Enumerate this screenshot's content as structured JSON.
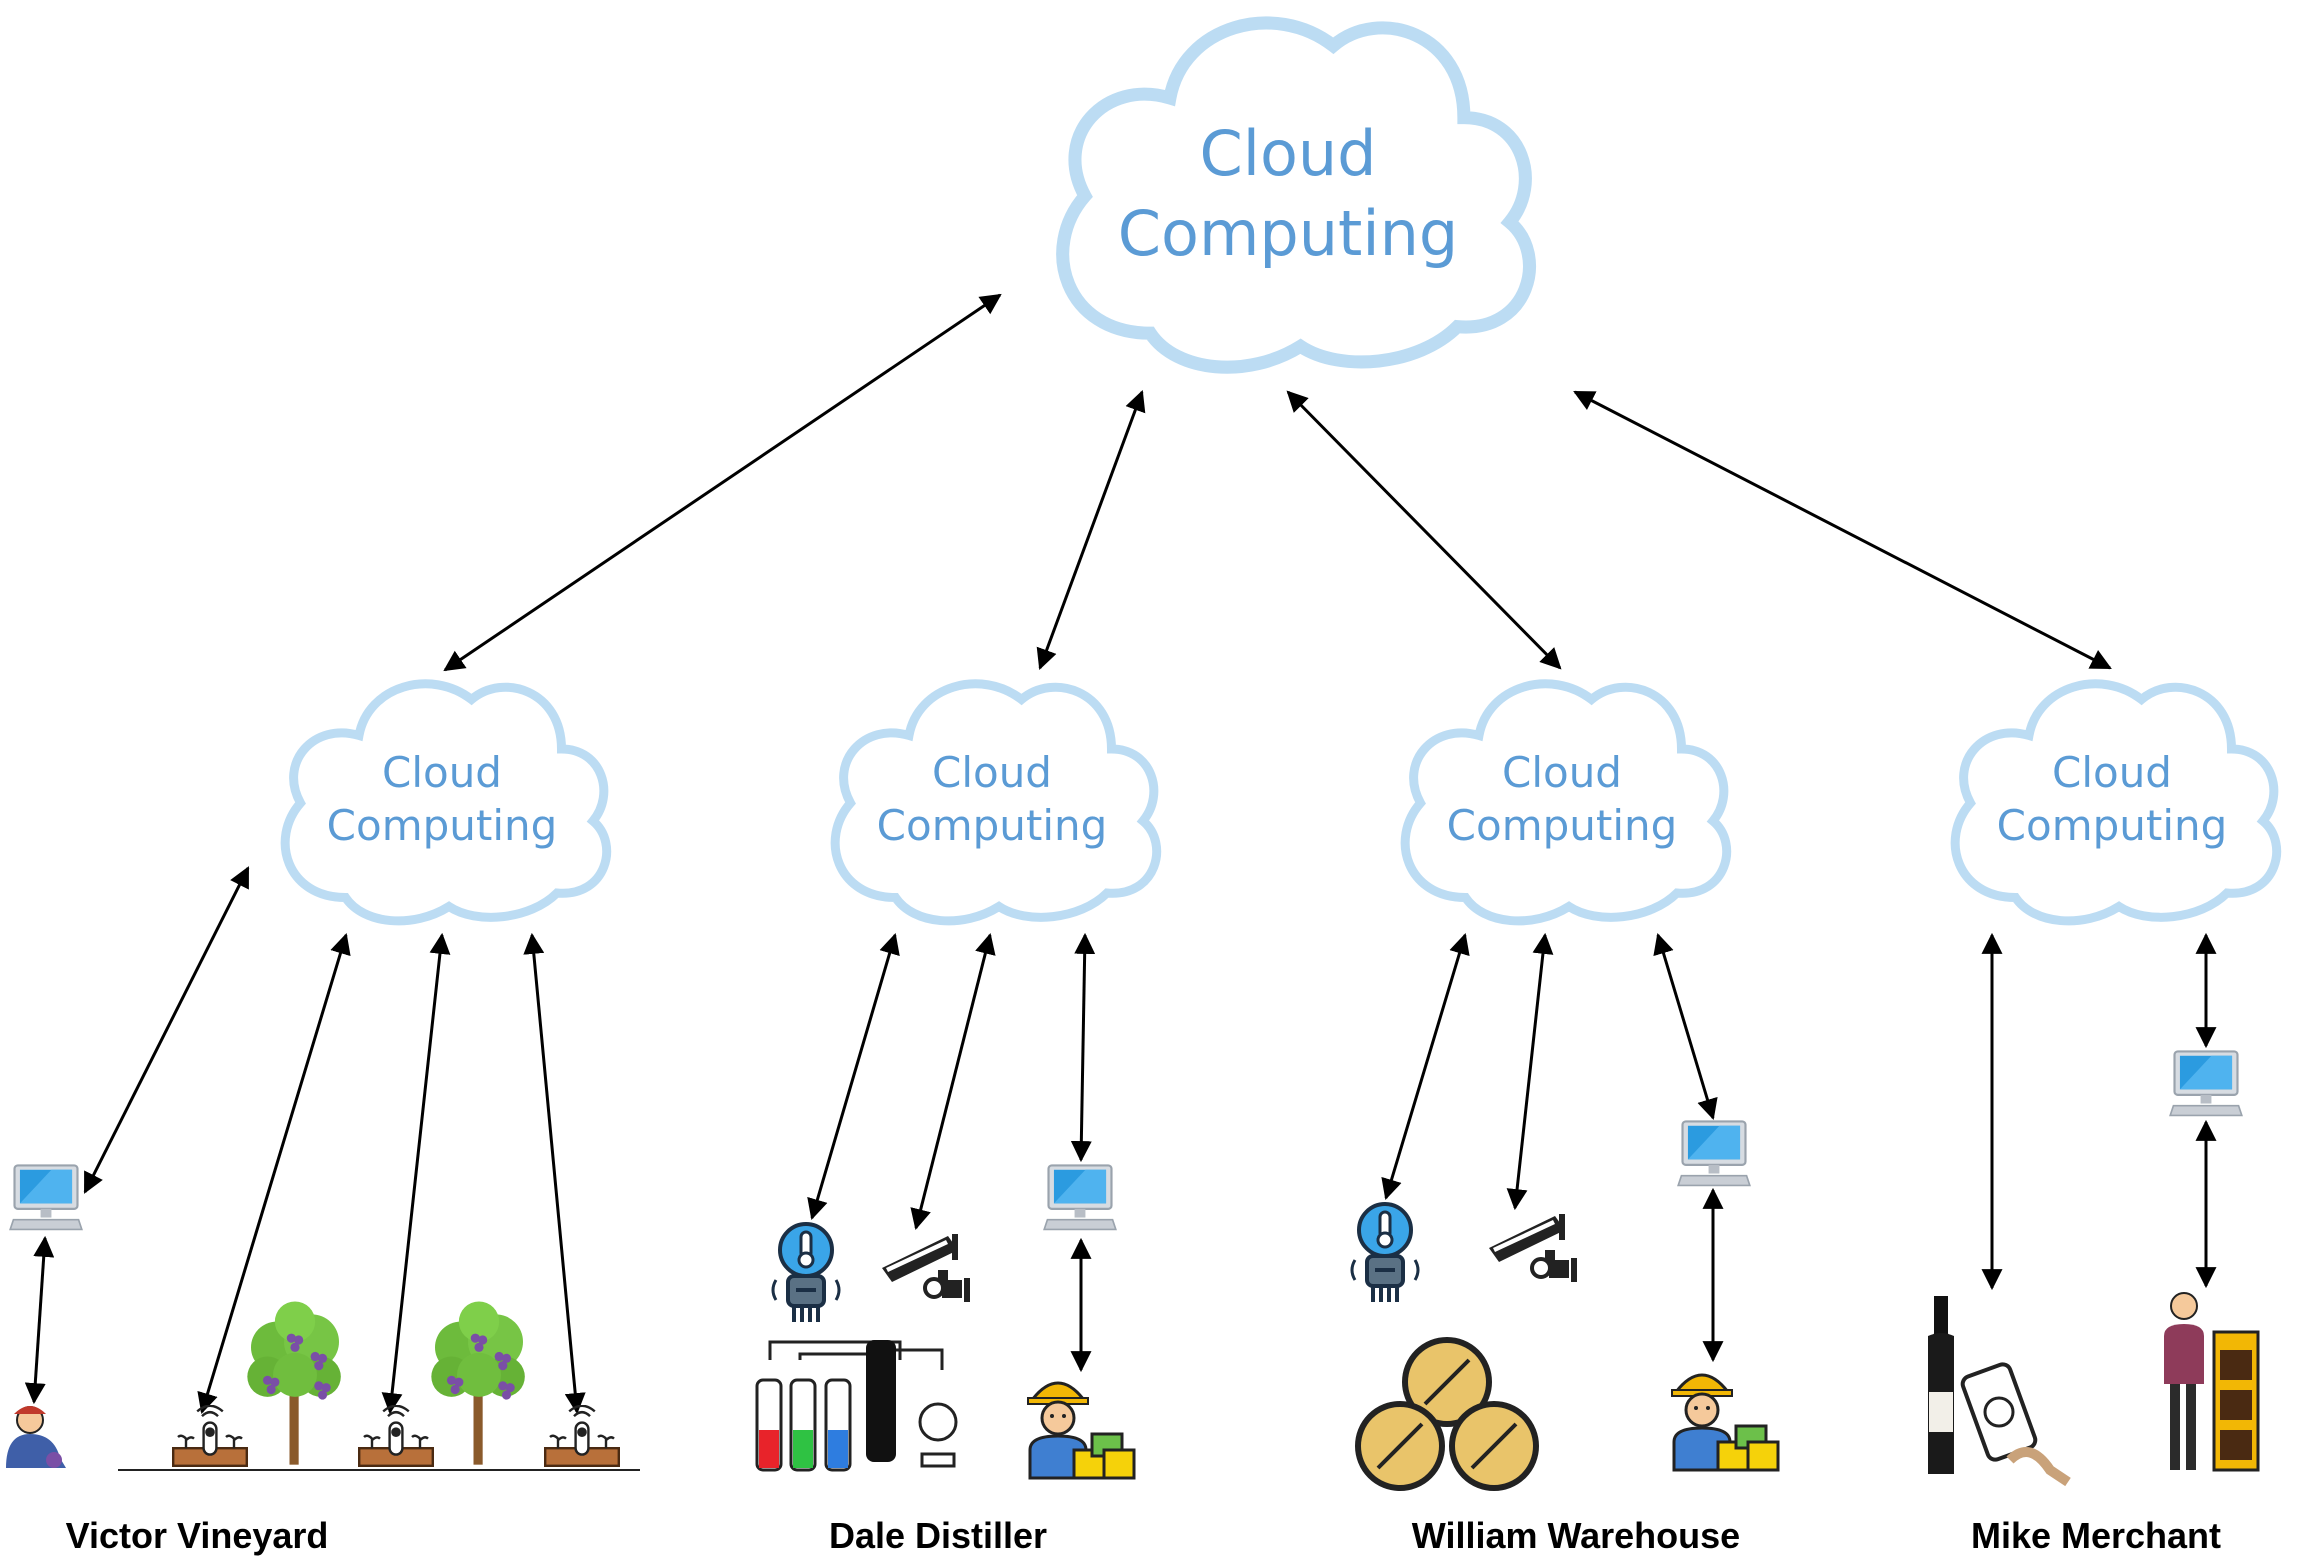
{
  "main_cloud": {
    "line1": "Cloud",
    "line2": "Computing"
  },
  "stakeholders": [
    {
      "name": "Victor Vineyard",
      "cloud": {
        "line1": "Cloud",
        "line2": "Computing"
      }
    },
    {
      "name": "Dale Distiller",
      "cloud": {
        "line1": "Cloud",
        "line2": "Computing"
      }
    },
    {
      "name": "William Warehouse",
      "cloud": {
        "line1": "Cloud",
        "line2": "Computing"
      }
    },
    {
      "name": "Mike Merchant",
      "cloud": {
        "line1": "Cloud",
        "line2": "Computing"
      }
    }
  ],
  "icons": {
    "vineyard": [
      "farmer-icon",
      "computer-icon",
      "soil-sensor-icon",
      "grape-vine-icon"
    ],
    "distiller": [
      "temperature-sensor-icon",
      "security-camera-icon",
      "computer-icon",
      "distillation-apparatus-icon",
      "worker-icon"
    ],
    "warehouse": [
      "temperature-sensor-icon",
      "security-camera-icon",
      "computer-icon",
      "barrels-icon",
      "worker-icon"
    ],
    "merchant": [
      "wine-bottle-icon",
      "rfid-phone-icon",
      "computer-icon",
      "merchant-icon"
    ]
  },
  "colors": {
    "cloud_fill": "#ffffff",
    "cloud_stroke": "#bcdcf3",
    "cloud_text": "#5b9bd5",
    "arrow": "#000000"
  }
}
